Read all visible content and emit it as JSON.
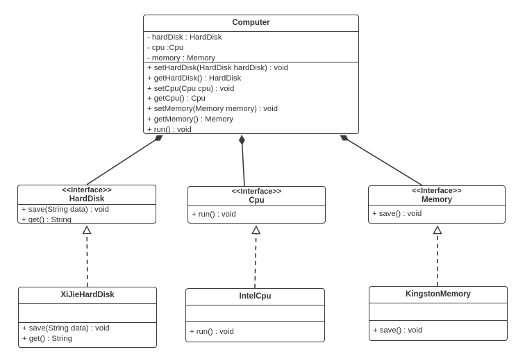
{
  "classes": {
    "computer": {
      "name": "Computer",
      "fields": [
        "- hardDisk : HardDisk",
        "- cpu :Cpu",
        "- memory : Memory"
      ],
      "methods": [
        "+ setHardDisk(HardDisk hardDisk) : void",
        "+ getHardDisk() : HardDisk",
        "+ setCpu(Cpu cpu) : void",
        "+ getCpu() : Cpu",
        "+ setMemory(Memory memory) : void",
        "+ getMemory() : Memory",
        "+ run() : void"
      ]
    },
    "hardDisk": {
      "stereotype": "<<Interface>>",
      "name": "HardDisk",
      "methods": [
        "+ save(String data) : void",
        "+ get() : String"
      ]
    },
    "cpu": {
      "stereotype": "<<Interface>>",
      "name": "Cpu",
      "methods": [
        "+ run() : void"
      ]
    },
    "memory": {
      "stereotype": "<<Interface>>",
      "name": "Memory",
      "methods": [
        "+ save() : void"
      ]
    },
    "xiJieHardDisk": {
      "name": "XiJieHardDisk",
      "methods": [
        "+ save(String data) : void",
        "+ get() : String"
      ]
    },
    "intelCpu": {
      "name": "IntelCpu",
      "methods": [
        "+ run() : void"
      ]
    },
    "kingstonMemory": {
      "name": "KingstonMemory",
      "methods": [
        "+ save() : void"
      ]
    }
  },
  "relationships": [
    {
      "type": "composition",
      "from": "Computer",
      "to": "HardDisk"
    },
    {
      "type": "composition",
      "from": "Computer",
      "to": "Cpu"
    },
    {
      "type": "composition",
      "from": "Computer",
      "to": "Memory"
    },
    {
      "type": "realization",
      "from": "XiJieHardDisk",
      "to": "HardDisk"
    },
    {
      "type": "realization",
      "from": "IntelCpu",
      "to": "Cpu"
    },
    {
      "type": "realization",
      "from": "KingstonMemory",
      "to": "Memory"
    }
  ],
  "colors": {
    "stroke": "#3b3b3b",
    "text": "#333333",
    "background": "#ffffff"
  }
}
